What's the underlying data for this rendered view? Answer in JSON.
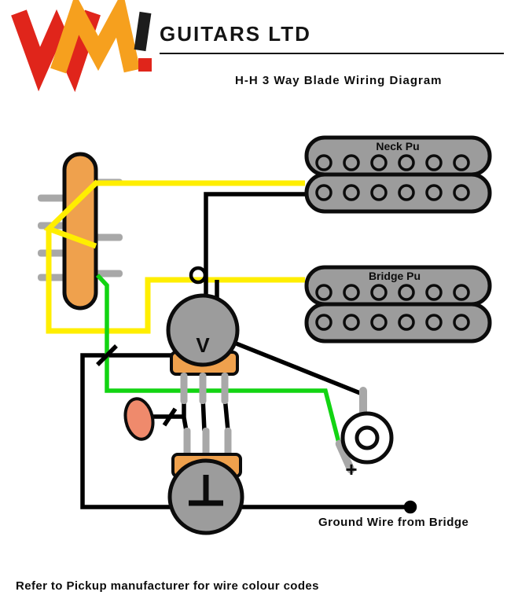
{
  "brand": {
    "logo_text": "WM",
    "name": "GUITARS LTD"
  },
  "title": "H-H 3 Way Blade Wiring Diagram",
  "labels": {
    "neck_pickup": "Neck Pu",
    "bridge_pickup": "Bridge Pu",
    "volume_pot": "V",
    "jack_positive": "+",
    "ground_wire": "Ground Wire from Bridge"
  },
  "footer": "Refer to Pickup manufacturer for wire colour codes",
  "colors": {
    "logo_w": "#e0251b",
    "logo_m": "#f6a01e",
    "logo_bar": "#1c1c1c",
    "wire_yellow": "#ffee00",
    "wire_green": "#12d412",
    "wire_black": "#000000",
    "pickup_body": "#9c9c9c",
    "switch_body": "#efa14d",
    "pot_body": "#9c9c9c",
    "pot_base": "#efa14d",
    "capacitor": "#ef8a6c",
    "terminal_gray": "#a8a8a8"
  }
}
